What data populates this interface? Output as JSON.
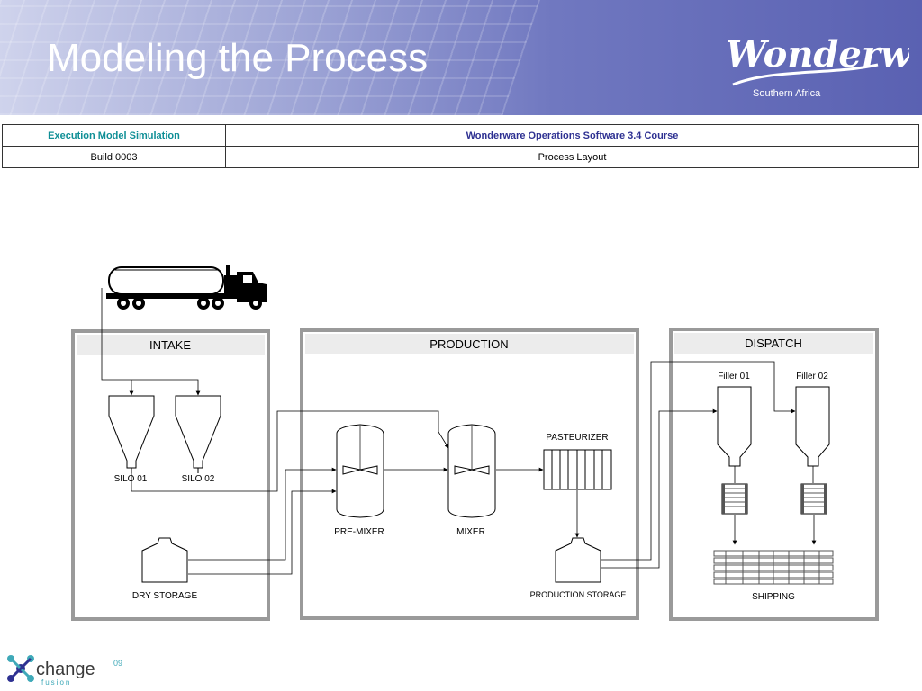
{
  "header": {
    "title": "Modeling the Process",
    "logo_text": "Wonderware",
    "logo_sub": "Southern Africa"
  },
  "info_table": {
    "r1c1": "Execution Model Simulation",
    "r1c2": "Wonderware Operations Software 3.4 Course",
    "r2c1": "Build 0003",
    "r2c2": "Process Layout"
  },
  "diagram": {
    "intake_label": "INTAKE",
    "production_label": "PRODUCTION",
    "dispatch_label": "DISPATCH",
    "silo1": "SILO 01",
    "silo2": "SILO 02",
    "dry_storage": "DRY STORAGE",
    "pre_mixer": "PRE-MIXER",
    "mixer": "MIXER",
    "pasteurizer": "PASTEURIZER",
    "production_storage": "PRODUCTION STORAGE",
    "filler1": "Filler 01",
    "filler2": "Filler 02",
    "shipping": "SHIPPING"
  },
  "footer": {
    "logo_text": "change",
    "logo_year": "09",
    "logo_sub": "fusion"
  },
  "colors": {
    "banner": "#5a61b2",
    "teal": "#0f8f96",
    "navy": "#2e3192"
  }
}
